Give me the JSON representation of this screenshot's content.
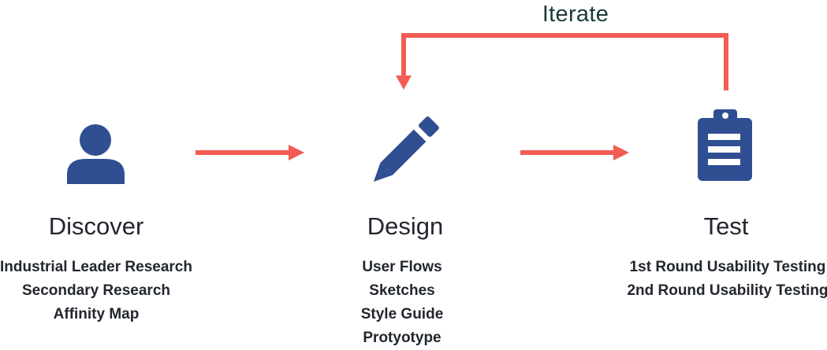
{
  "iterate_label": "Iterate",
  "colors": {
    "icon": "#2f4f92",
    "arrow": "#f25c54",
    "text": "#22262e"
  },
  "stages": [
    {
      "title": "Discover",
      "icon": "user-icon",
      "items": [
        "Industrial Leader Research",
        "Secondary Research",
        "Affinity Map"
      ]
    },
    {
      "title": "Design",
      "icon": "pencil-icon",
      "items": [
        "User Flows",
        "Sketches",
        "Style Guide",
        "Protyotype"
      ]
    },
    {
      "title": "Test",
      "icon": "clipboard-icon",
      "items": [
        "1st Round Usability Testing",
        "2nd Round Usability Testing"
      ]
    }
  ]
}
